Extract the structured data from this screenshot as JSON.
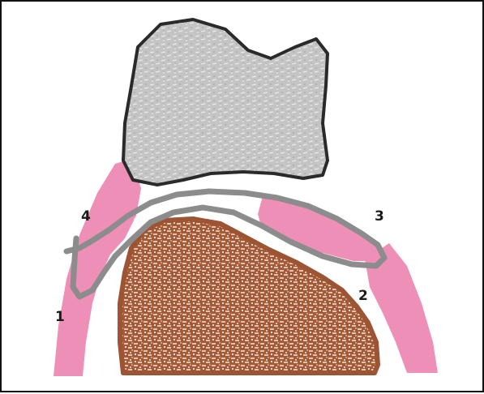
{
  "diagram": {
    "labels": {
      "l1": "1",
      "l2": "2",
      "l3": "3",
      "l4": "4"
    },
    "colors": {
      "frame": "#111111",
      "pink_tissue": "#ee8fb8",
      "bone_brown": "#a9623e",
      "bone_gray": "#bdbdbd",
      "bone_gray_edge": "#2a2a2a",
      "band_gray": "#8c8c8c"
    }
  }
}
